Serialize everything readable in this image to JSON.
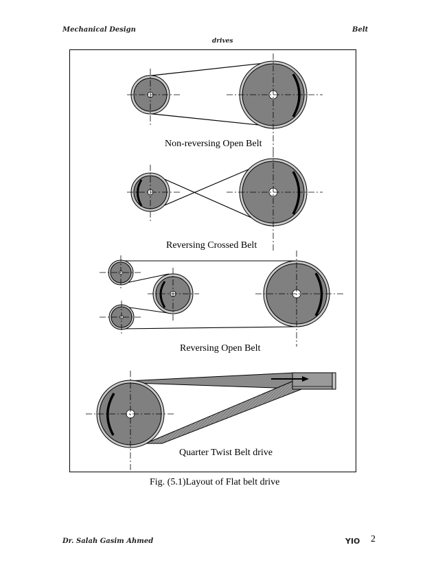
{
  "header": {
    "left": "Mechanical Design",
    "right": "Belt",
    "center": "drives"
  },
  "diagrams": [
    {
      "caption": "Non-reversing Open Belt"
    },
    {
      "caption": "Reversing Crossed Belt"
    },
    {
      "caption": "Reversing Open Belt"
    },
    {
      "caption": "Quarter Twist Belt drive"
    }
  ],
  "figure_caption": "Fig. (5.1)Layout of Flat belt drive",
  "footer": {
    "author": "Dr. Salah Gasim Ahmed",
    "code": "YIO",
    "page_number": "2"
  },
  "colors": {
    "pulley_fill": "#808080",
    "pulley_rim": "#c8c8c8",
    "belt_fill": "#8a8a8a",
    "line": "#000000"
  }
}
